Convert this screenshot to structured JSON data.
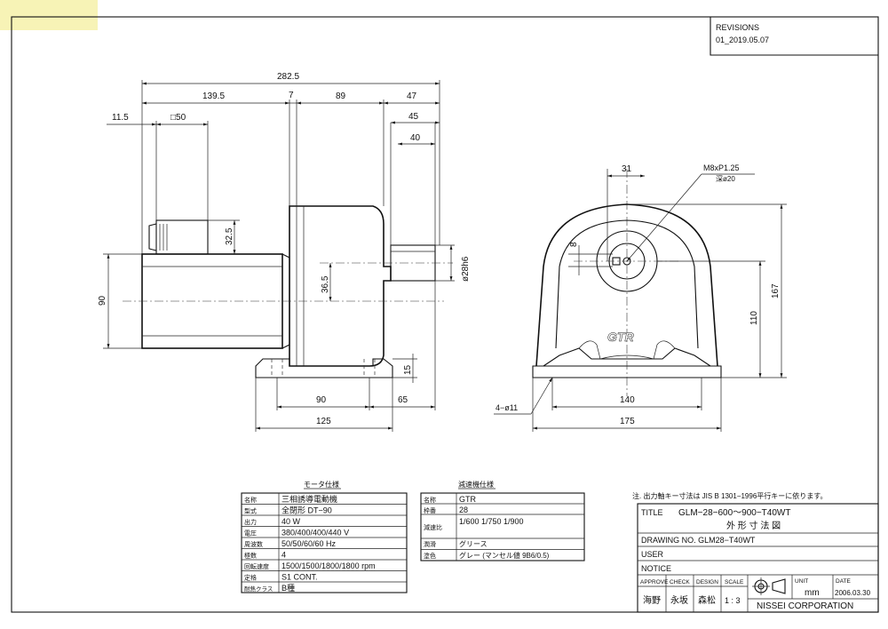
{
  "revisions": {
    "label": "REVISIONS",
    "entry": "01_2019.05.07"
  },
  "dimensions": {
    "overall": "282.5",
    "motor_len": "139.5",
    "d7": "7",
    "d89": "89",
    "d47": "47",
    "d45": "45",
    "d40": "40",
    "d11_5": "11.5",
    "sq50": "□50",
    "d32_5": "32.5",
    "d90v": "90",
    "d36_5": "36.5",
    "shaft_dia": "ø28h6",
    "d15": "15",
    "d90h": "90",
    "d65": "65",
    "d125": "125",
    "d31": "31",
    "thread": "M8xP1.25",
    "depth": "深ø20",
    "d8": "8",
    "d167": "167",
    "d110": "110",
    "d140": "140",
    "d175": "175",
    "holes": "4−ø11"
  },
  "brand": "GTR",
  "motor_spec": {
    "title": "モータ仕様",
    "rows": [
      [
        "名称",
        "三相誘導電動機"
      ],
      [
        "型式",
        "全閉形  DT−90"
      ],
      [
        "出力",
        "40 W"
      ],
      [
        "電圧",
        "380/400/400/440 V"
      ],
      [
        "周波数",
        "50/50/60/60 Hz"
      ],
      [
        "極数",
        "4"
      ],
      [
        "回転速度",
        "1500/1500/1800/1800 rpm"
      ],
      [
        "定格",
        "S1 CONT."
      ],
      [
        "耐熱クラス",
        "B種"
      ]
    ]
  },
  "reducer_spec": {
    "title": "減速機仕様",
    "rows": [
      [
        "名称",
        "GTR"
      ],
      [
        "枠番",
        "28"
      ],
      [
        "減速比",
        "1/600 1/750 1/900"
      ],
      [
        "潤滑",
        "グリース"
      ],
      [
        "塗色",
        "グレー (マンセル値 9B6/0.5)"
      ]
    ]
  },
  "note": "注. 出力軸キー寸法は JIS B 1301−1996平行キーに依ります。",
  "title_block": {
    "title_label": "TITLE",
    "title_line1": "GLM−28−600〜900−T40WT",
    "title_line2": "外 形 寸 法 図",
    "drawing_no": "DRAWING  NO.  GLM28−T40WT",
    "user": "USER",
    "notice": "NOTICE",
    "approve": "APPROVE",
    "check": "CHECK",
    "design": "DESIGN",
    "scale": "SCALE",
    "unit": "UNIT",
    "date": "DATE",
    "approve_name": "海野",
    "check_name": "永坂",
    "design_name": "森松",
    "scale_value": "1 : 3",
    "unit_value": "mm",
    "date_value": "2006.03.30",
    "company": "NISSEI  CORPORATION"
  }
}
